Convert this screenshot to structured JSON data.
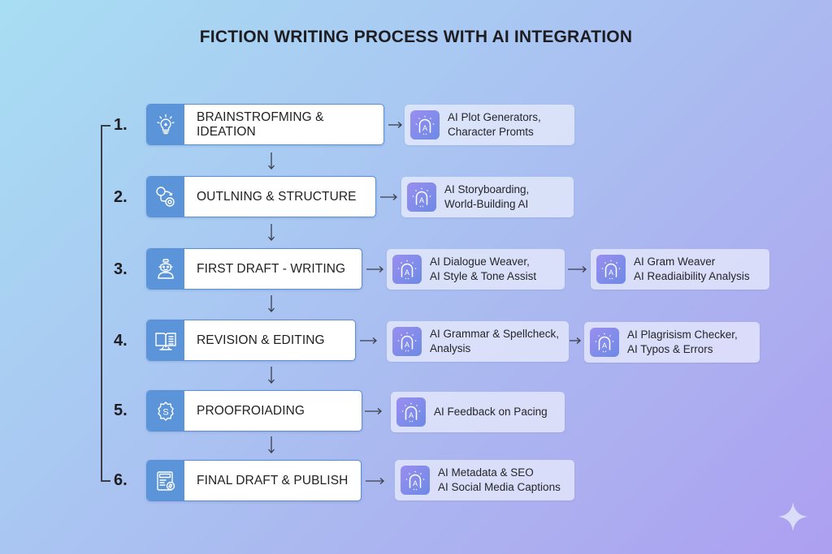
{
  "title": "FICTION WRITING PROCESS WITH AI INTEGRATION",
  "colors": {
    "step_icon_bg": "#5b94d8",
    "step_border": "#5b90d6",
    "ai_icon_gradient_start": "#9a8ef0",
    "ai_icon_gradient_end": "#6d8ae4",
    "background_start": "#a8def3",
    "background_end": "#ad9ff1"
  },
  "steps": [
    {
      "number": "1.",
      "label": "BRAINSTROFMING & IDEATION",
      "icon": "lightbulb-icon",
      "ai_tools": [
        {
          "icon": "ai-sparkle-icon",
          "text": "AI Plot Generators,\nCharacter Promts"
        }
      ]
    },
    {
      "number": "2.",
      "label": "OUTLNING & STRUCTURE",
      "icon": "flow-path-icon",
      "ai_tools": [
        {
          "icon": "ai-sparkle-icon",
          "text": "AI Storyboarding,\nWorld-Building AI"
        }
      ]
    },
    {
      "number": "3.",
      "label": "FIRST DRAFT - WRITING",
      "icon": "writer-robot-icon",
      "ai_tools": [
        {
          "icon": "ai-sparkle-icon",
          "text": "AI Dialogue Weaver,\nAI Style & Tone Assist"
        },
        {
          "icon": "ai-sparkle-icon",
          "text": "AI Gram Weaver\nAI Readiaibility Analysis"
        }
      ]
    },
    {
      "number": "4.",
      "label": "REVISION & EDITING",
      "icon": "open-book-icon",
      "ai_tools": [
        {
          "icon": "ai-sparkle-icon",
          "text": "AI Grammar & Spellcheck,\nAnalysis"
        },
        {
          "icon": "ai-sparkle-icon",
          "text": "AI Plagrisism Checker,\nAI Typos & Errors"
        }
      ]
    },
    {
      "number": "5.",
      "label": "PROOFROIADING",
      "icon": "gear-dollar-icon",
      "ai_tools": [
        {
          "icon": "ai-sparkle-icon",
          "text": "AI Feedback on Pacing"
        }
      ]
    },
    {
      "number": "6.",
      "label": "FINAL DRAFT & PUBLISH",
      "icon": "draft-document-icon",
      "ai_tools": [
        {
          "icon": "ai-sparkle-icon",
          "text": "AI Metadata & SEO\nAI Social Media Captions"
        }
      ]
    }
  ]
}
